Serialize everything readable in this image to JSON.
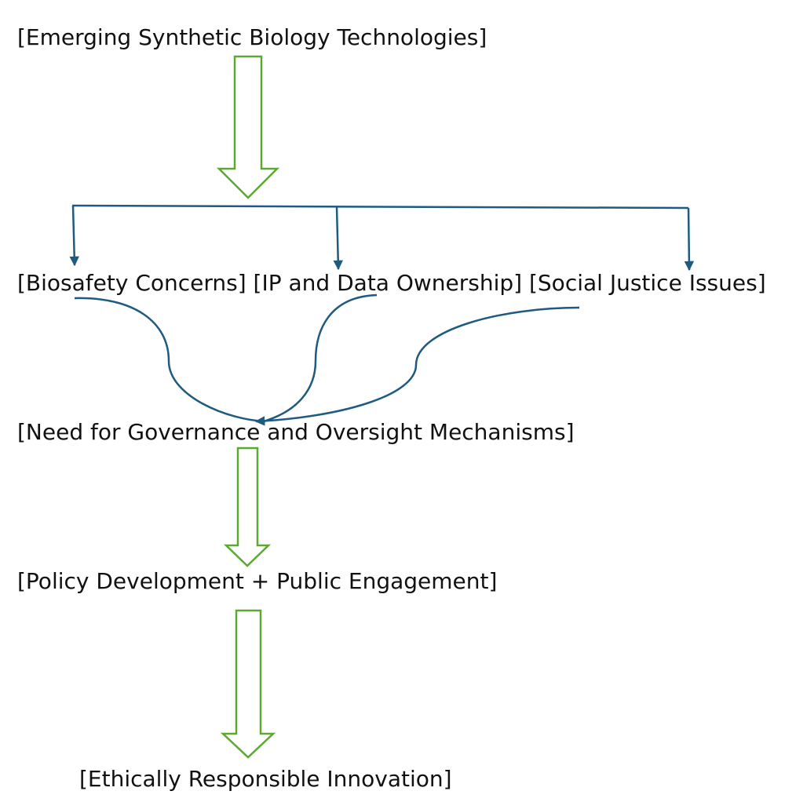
{
  "diagram": {
    "type": "flowchart",
    "nodes": {
      "technologies": "[Emerging Synthetic Biology Technologies]",
      "concerns": "[Biosafety Concerns] [IP and Data Ownership] [Social Justice Issues]",
      "governance": "[Need for Governance and Oversight Mechanisms]",
      "policy": "[Policy Development + Public Engagement]",
      "innovation": "[Ethically Responsible Innovation]"
    },
    "colors": {
      "block_arrow": "#5aaa32",
      "connector": "#1f5a80",
      "text": "#111111"
    }
  }
}
